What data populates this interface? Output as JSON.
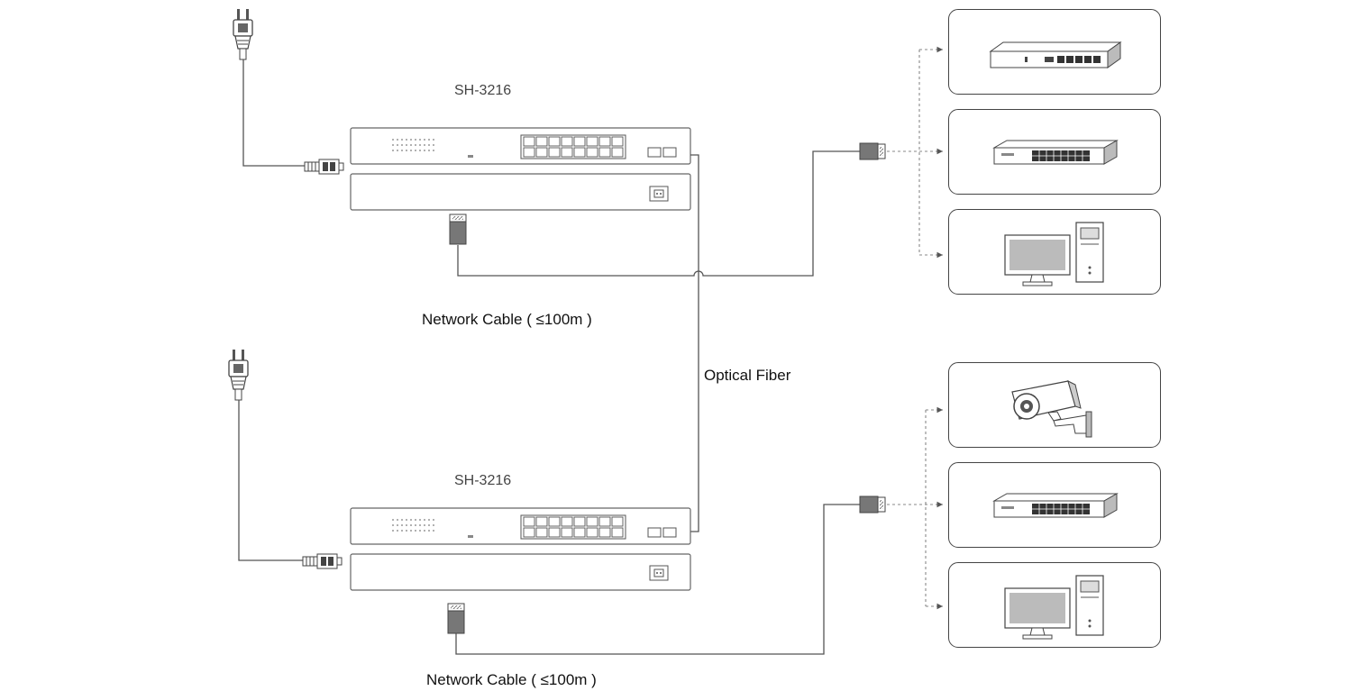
{
  "diagram": {
    "top_unit": {
      "model": "SH-3216",
      "cable_label": "Network Cable ( ≤100m )"
    },
    "bottom_unit": {
      "model": "SH-3216",
      "cable_label": "Network Cable ( ≤100m )"
    },
    "link_label": "Optical Fiber",
    "top_devices": [
      "router-icon",
      "switch-icon",
      "computer-icon"
    ],
    "bottom_devices": [
      "camera-icon",
      "switch-icon",
      "computer-icon"
    ],
    "colors": {
      "line": "#555555",
      "box_border": "#444444",
      "connector": "#888888"
    }
  }
}
